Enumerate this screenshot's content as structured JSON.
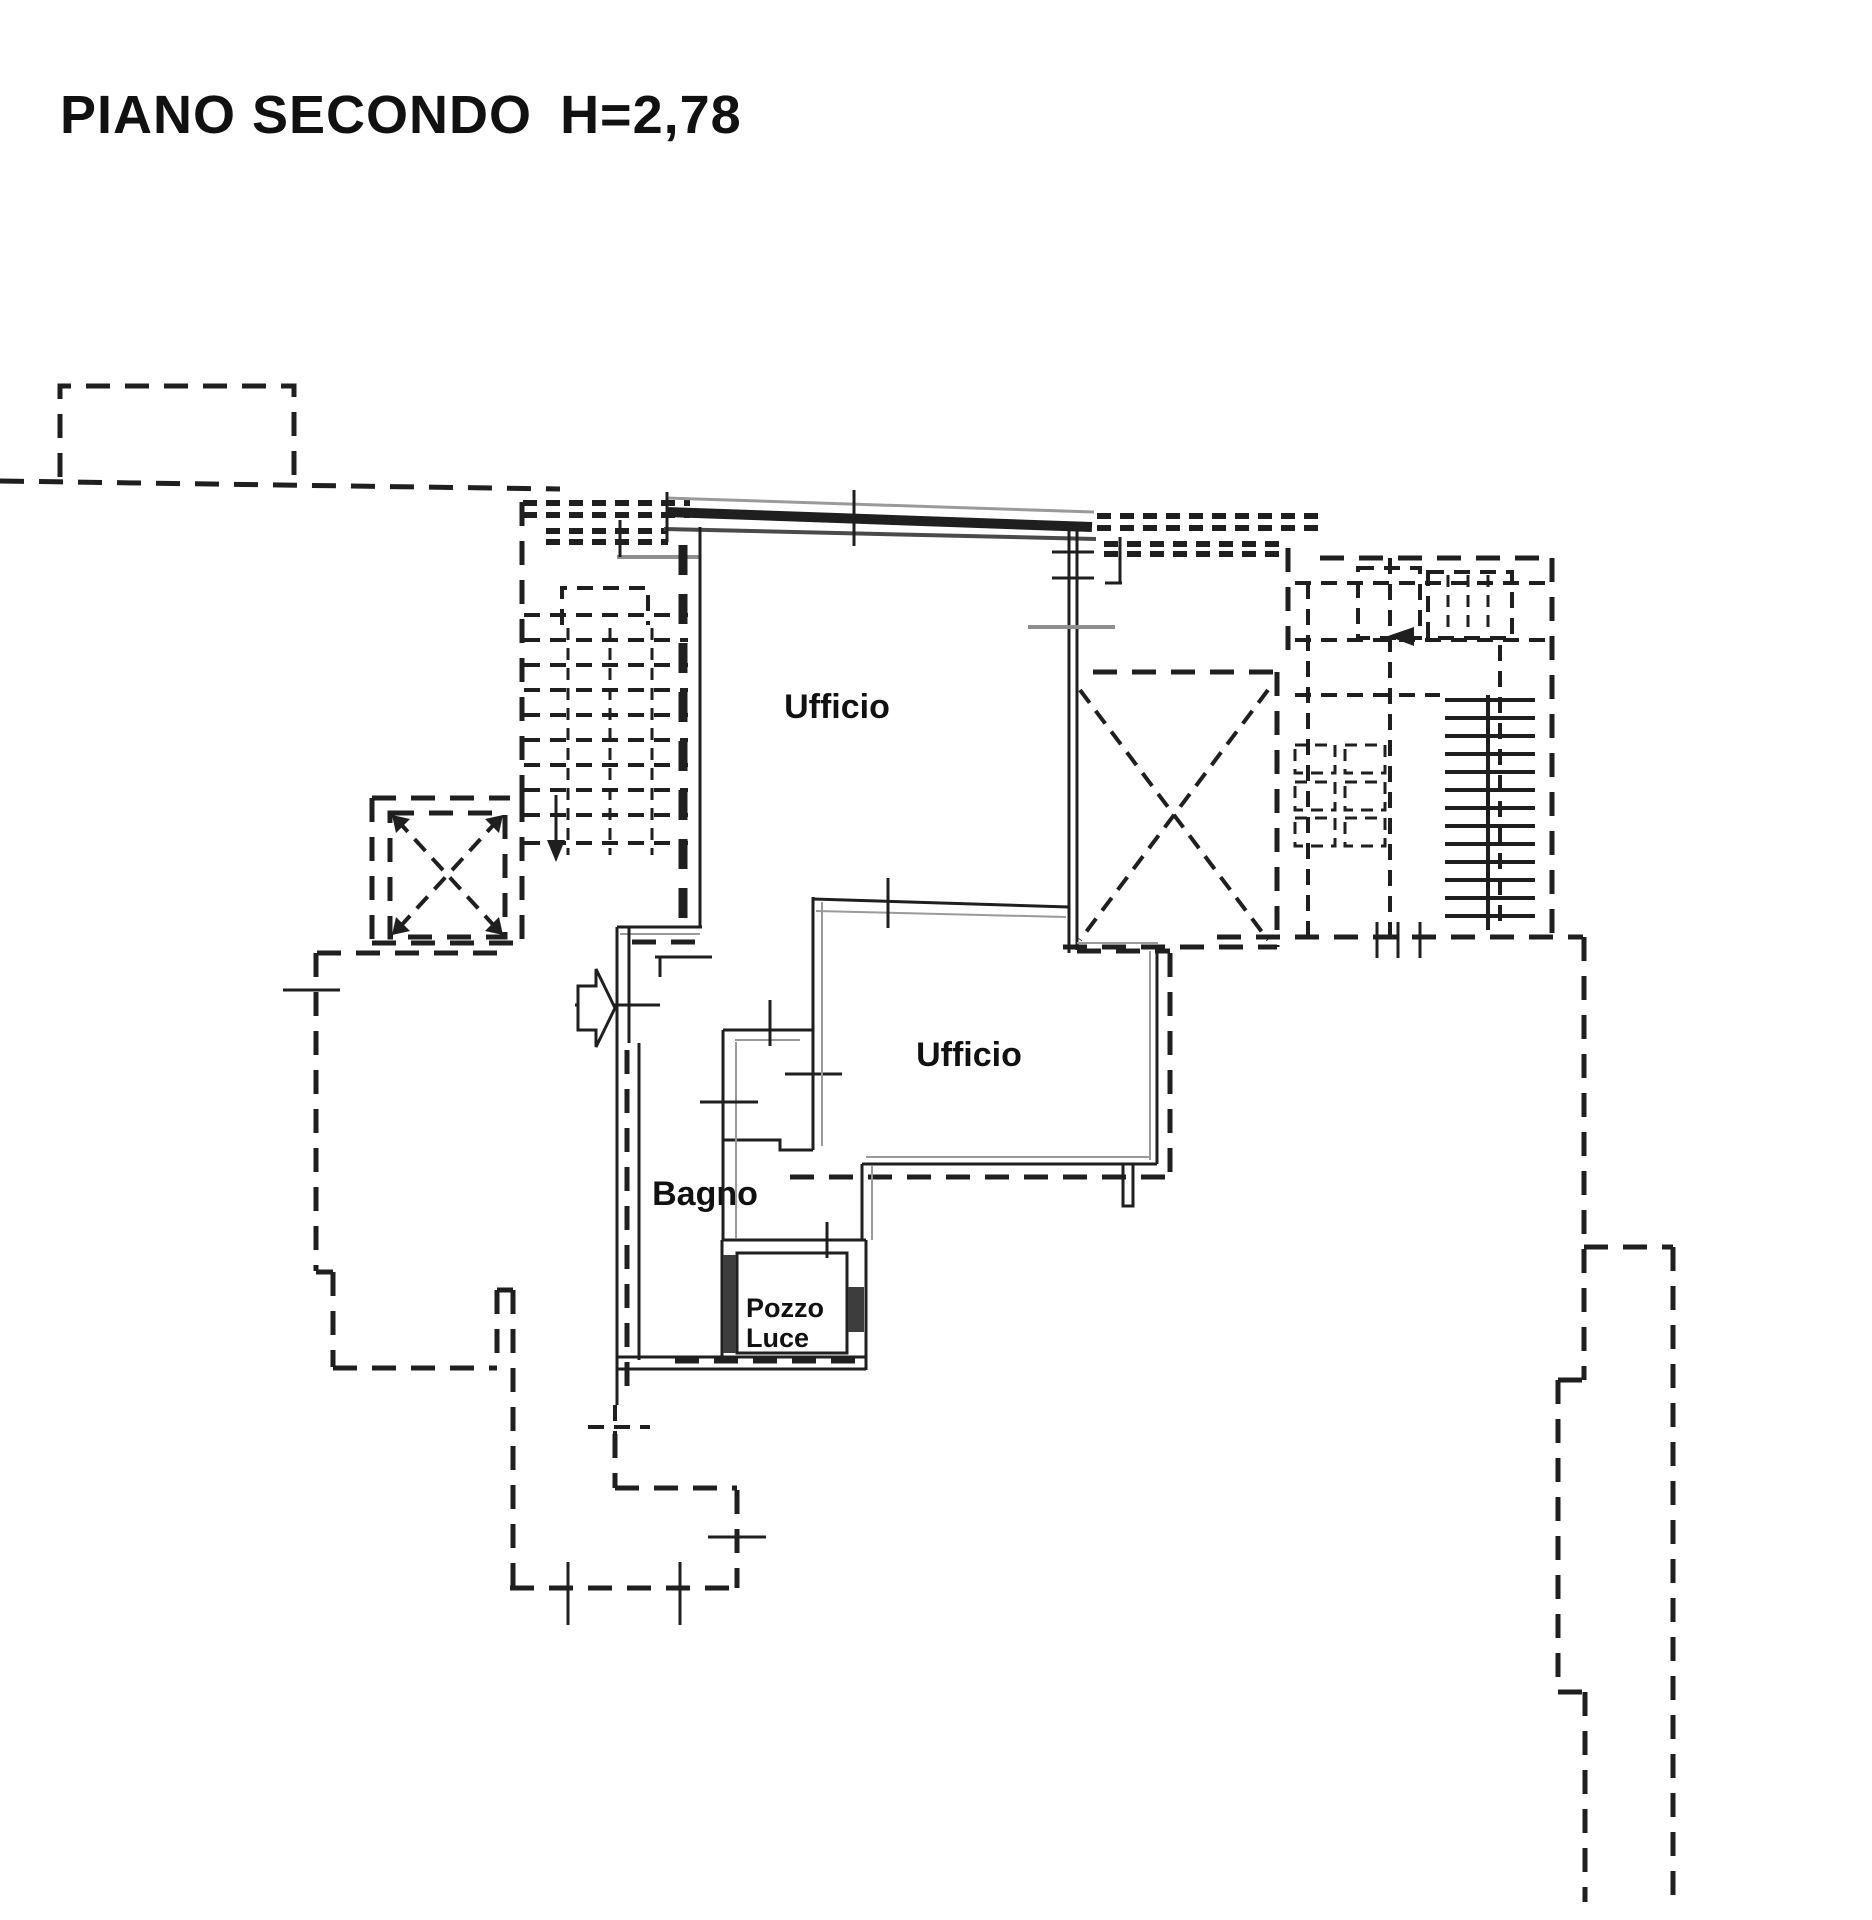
{
  "title": {
    "full": "PIANO SECONDO  H=2,78",
    "floor": "PIANO SECONDO",
    "height": "H=2,78"
  },
  "rooms": {
    "office_top": "Ufficio",
    "office_middle": "Ufficio",
    "bathroom": "Bagno",
    "light_well_line1": "Pozzo",
    "light_well_line2": "Luce"
  },
  "drawing": {
    "type": "architectural-floor-plan",
    "floor_level": "second floor",
    "ceiling_height_m": "2,78"
  },
  "colors": {
    "ink": "#1f1f1f",
    "gray": "#8f8f8f",
    "paper": "#ffffff"
  }
}
